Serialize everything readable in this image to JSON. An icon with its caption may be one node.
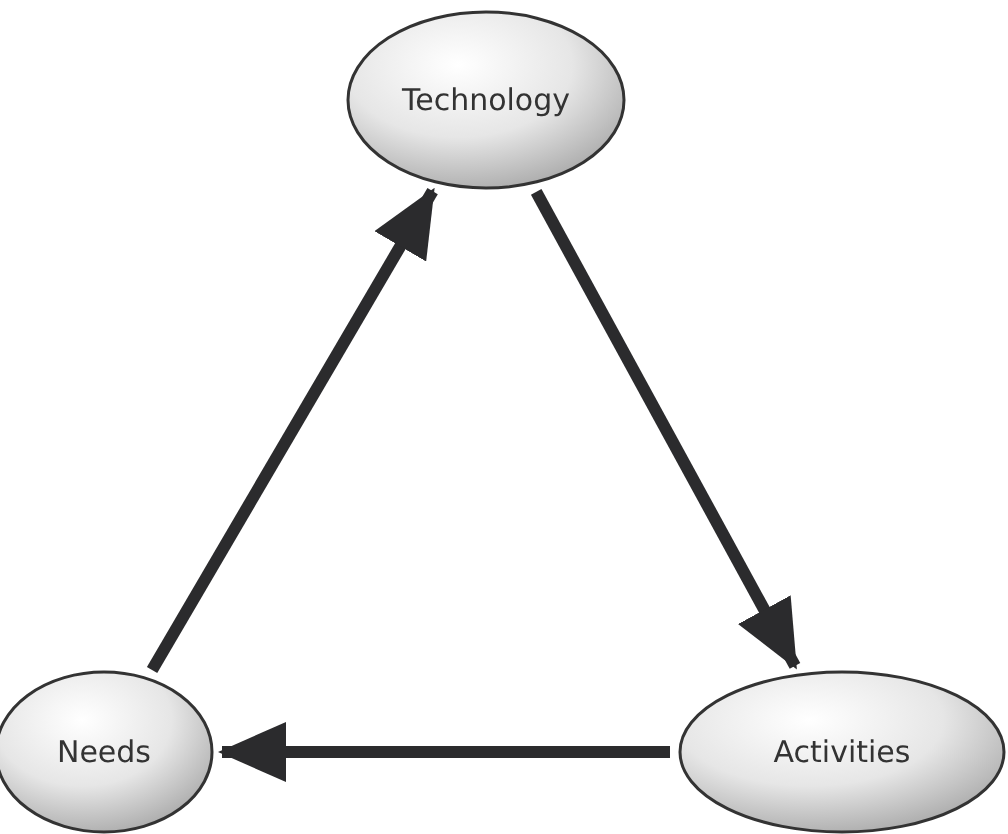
{
  "diagram": {
    "nodes": [
      {
        "text": [
          "Technology"
        ]
      },
      {
        "text": [
          "Activities"
        ]
      },
      {
        "text": [
          "Needs"
        ]
      }
    ],
    "edges": [
      {
        "from": 0,
        "to": 1,
        "arrow": "to"
      },
      {
        "from": 1,
        "to": 2,
        "arrow": "to"
      },
      {
        "from": 2,
        "to": 0,
        "arrow": "to"
      }
    ]
  }
}
